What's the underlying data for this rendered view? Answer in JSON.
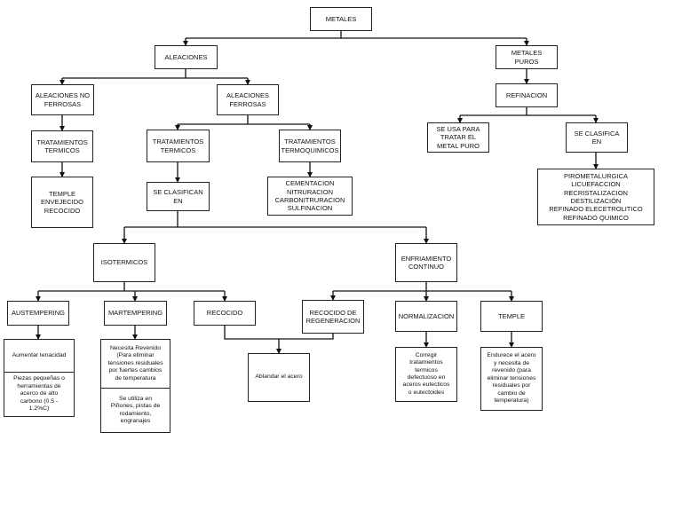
{
  "nodes": {
    "metales": "METALES",
    "aleaciones": "ALEACIONES",
    "metales_puros": "METALES\nPUROS",
    "aleaciones_no_ferrosas": "ALEACIONES NO\nFERROSAS",
    "aleaciones_ferrosas": "ALEACIONES\nFERROSAS",
    "refinacion": "REFINACION",
    "tt_no_ferrosas": "TRATAMIENTOS\nTERMICOS",
    "tt_ferrosas": "TRATAMIENTOS\nTERMICOS",
    "tratamientos_termoquimicos": "TRATAMIENTOS\nTERMOQUIMICOS",
    "se_usa_para": "SE USA PARA\nTRATAR EL\nMETAL PURO",
    "se_clasifica_en": "SE CLASIFICA\nEN",
    "temple_list": "TEMPLE\nENVEJECIDO\nRECOCIDO",
    "se_clasifican_en": "SE CLASIFICAN\nEN",
    "termoquimicos_list": "CEMENTACION\nNITRURACION\nCARBONITRURACION\nSULFINACION",
    "refinacion_list": "PIROMETALURGICA\nLICUEFACCION\nRECRISTALIZACION\nDESTILIZACIÓN\nREFINADO ELECETROLITICO\nREFINADO QUIMICO",
    "isotermicos": "ISOTERMICOS",
    "enfriamiento_continuo": "ENFRIAMIENTO\nCONTINUO",
    "austempering": "AUSTEMPERING",
    "martempering": "MARTEMPERING",
    "recocido": "RECOCIDO",
    "recocido_regeneracion": "RECOCIDO DE\nREGENERACION",
    "normalizacion": "NORMALIZACION",
    "temple": "TEMPLE",
    "aust_desc_1": "Aumentar tenacidad",
    "aust_desc_2": "Piezas pequeñas o\nherramientas de\nacerco de alto\ncarbono (0.5 -\n1.2%C)",
    "mart_desc_1": "Necesita Revenido\n(Para eliminar\ntensiones residuales\npor fuertes cambios\nde temperatura",
    "mart_desc_2": "Se utiliza en\nPiñones, pistas de\nrodamiento,\nengranajes",
    "ablandar": "Ablandar el acero",
    "normalizacion_desc": "Corregir\ntratamientos\ntermicos\ndefectuoso en\naceros eutecticos\no eutectoides",
    "temple_desc": "Endurece el acero\ny necesita de\nrevenido (para\neliminar tensiones\nresiduales por\ncambio de\ntemperatura)"
  },
  "colors": {
    "line": "#111111",
    "border": "#222222",
    "background": "#ffffff"
  }
}
